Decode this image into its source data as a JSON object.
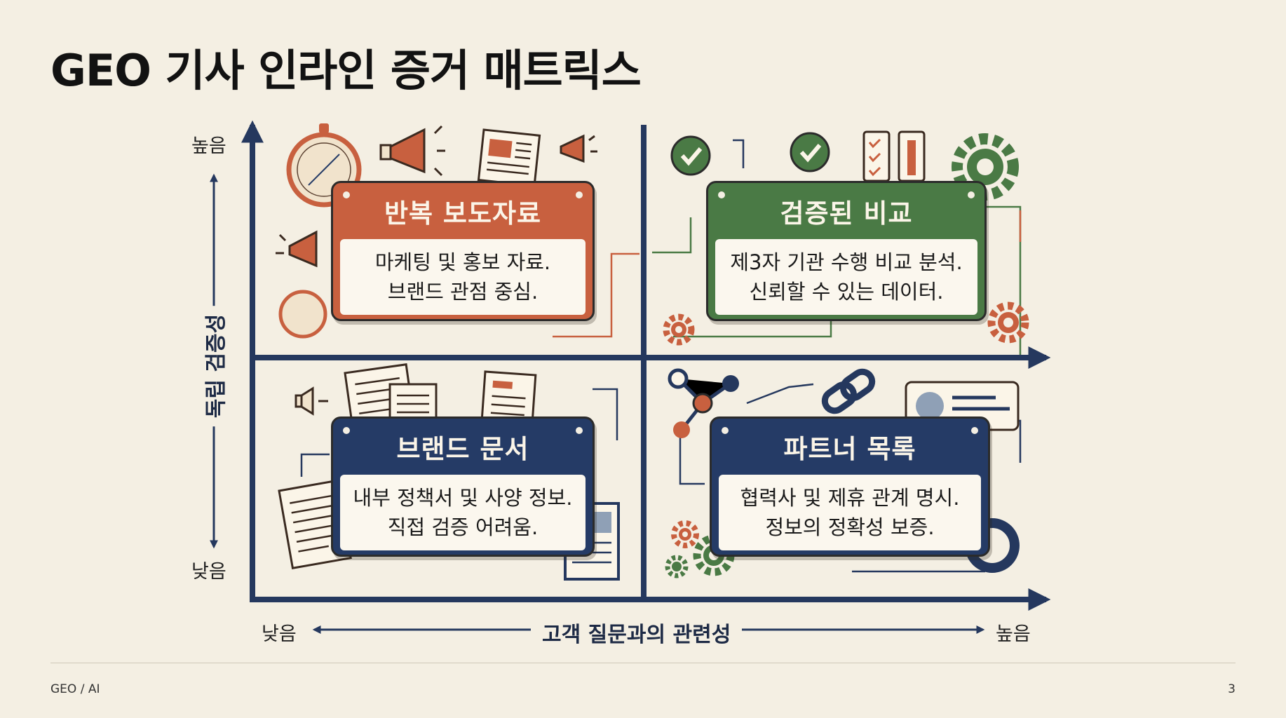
{
  "title": "GEO 기사 인라인 증거 매트릭스",
  "y_axis": {
    "title": "독립 검증성",
    "high": "높음",
    "low": "낮음"
  },
  "x_axis": {
    "title": "고객 질문과의 관련성",
    "high": "높음",
    "low": "낮음"
  },
  "quadrants": [
    {
      "title": "반복 보도자료",
      "lines": [
        "마케팅 및 홍보 자료.",
        "브랜드 관점 중심."
      ],
      "color": "#c8603f"
    },
    {
      "title": "검증된 비교",
      "lines": [
        "제3자 기관 수행 비교 분석.",
        "신뢰할 수 있는 데이터."
      ],
      "color": "#4a7a45"
    },
    {
      "title": "브랜드 문서",
      "lines": [
        "내부 정책서 및 사양 정보.",
        "직접 검증 어려움."
      ],
      "color": "#253b66"
    },
    {
      "title": "파트너 목록",
      "lines": [
        "협력사 및 제휴 관계 명시.",
        "정보의 정확성 보증."
      ],
      "color": "#253b66"
    }
  ],
  "colors": {
    "axis": "#25385e",
    "orange": "#c8603f",
    "green": "#4a7a45",
    "navy": "#253b66"
  },
  "footer": {
    "left": "GEO / AI",
    "page": "3"
  }
}
